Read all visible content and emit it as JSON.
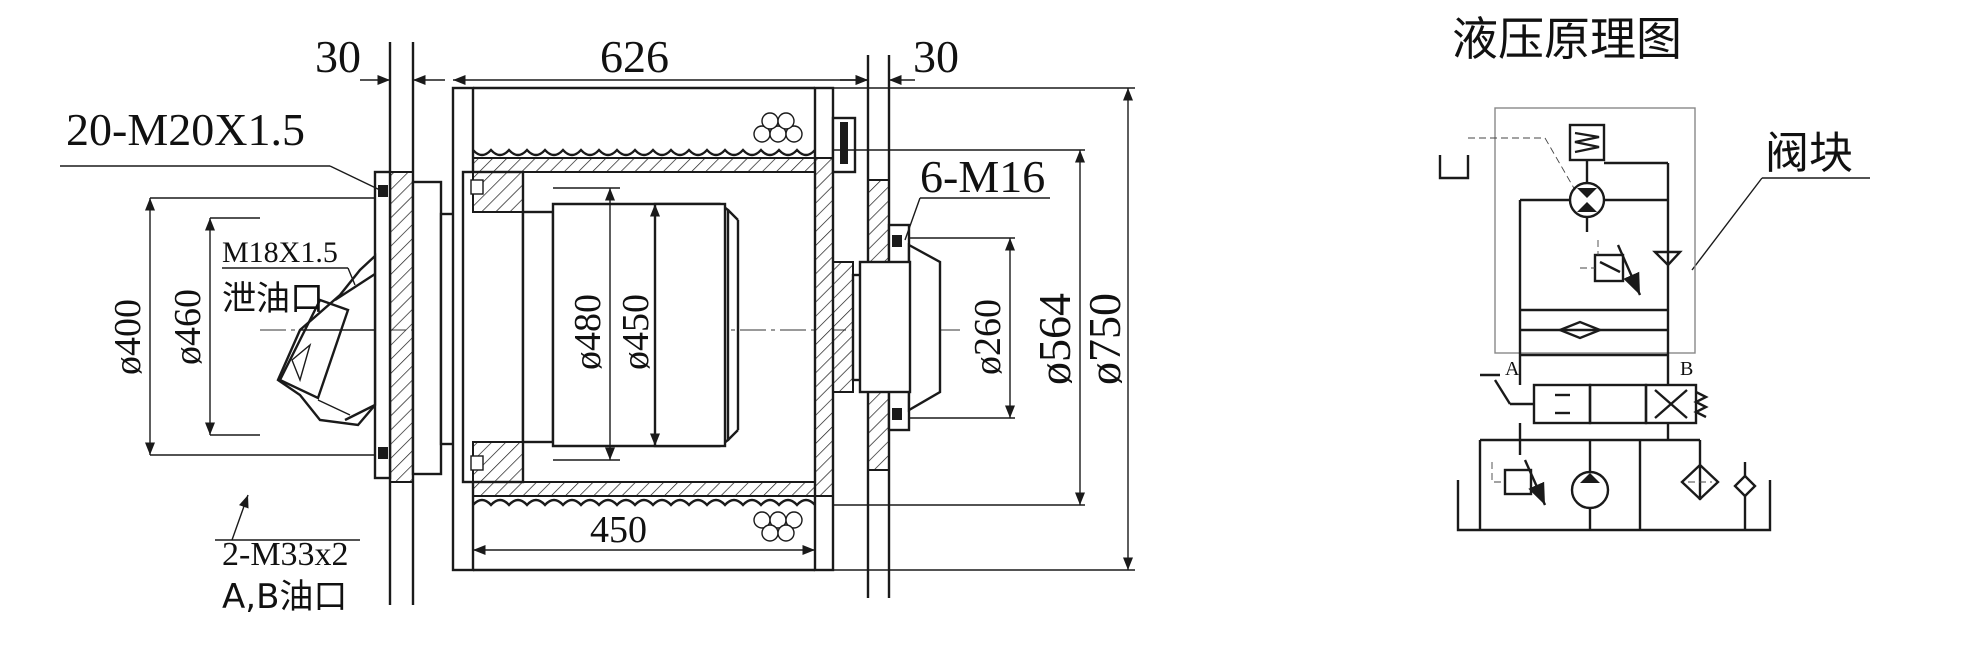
{
  "winch": {
    "dim_left_wall": "30",
    "dim_right_wall": "30",
    "dim_drum_length": "626",
    "dim_drum_inner": "450",
    "bolt_flange": "20-M20X1.5",
    "bolt_end": "6-M16",
    "drain_thread": "M18X1.5",
    "drain_label": "泄油口",
    "port_thread": "2-M33x2",
    "port_label": "A,B油口",
    "d400": "ø400",
    "d460": "ø460",
    "d480": "ø480",
    "d450": "ø450",
    "d260": "ø260",
    "d564": "ø564",
    "d750": "ø750"
  },
  "schematic": {
    "title": "液压原理图",
    "valve_block": "阀块",
    "port_a": "A",
    "port_b": "B"
  },
  "colors": {
    "line": "#1a1a1a",
    "background": "#ffffff"
  }
}
